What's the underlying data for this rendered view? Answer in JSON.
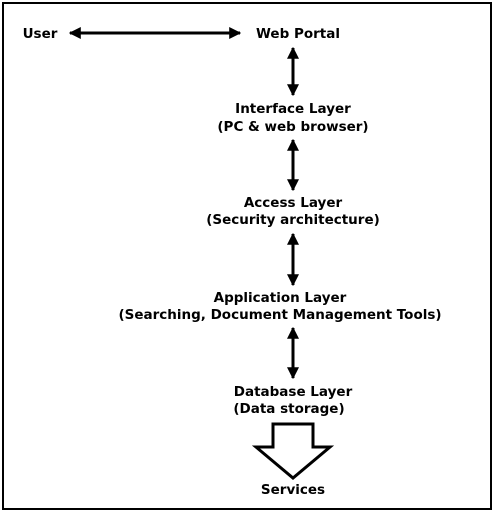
{
  "user": "User",
  "web_portal": "Web Portal",
  "layers": [
    {
      "name": "Interface Layer",
      "detail": "(PC & web browser)"
    },
    {
      "name": "Access Layer",
      "detail": "(Security architecture)"
    },
    {
      "name": "Application Layer",
      "detail": "(Searching, Document Management Tools)"
    },
    {
      "name": "Database Layer",
      "detail": "(Data storage)"
    }
  ],
  "output": "Services"
}
